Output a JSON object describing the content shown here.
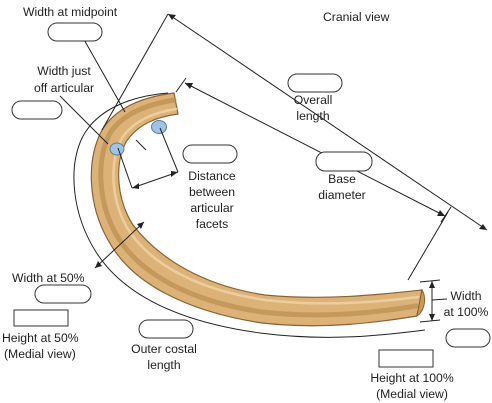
{
  "view_label": "Cranial view",
  "labels": {
    "width_midpoint": "Width at midpoint",
    "width_off_articular_1": "Width just",
    "width_off_articular_2": "off articular",
    "overall_length_1": "Overall",
    "overall_length_2": "length",
    "distance_facets_1": "Distance",
    "distance_facets_2": "between",
    "distance_facets_3": "articular",
    "distance_facets_4": "facets",
    "base_diameter_1": "Base",
    "base_diameter_2": "diameter",
    "width_50": "Width at 50%",
    "height_50_1": "Height at 50%",
    "height_50_2": "(Medial view)",
    "outer_costal_1": "Outer costal",
    "outer_costal_2": "length",
    "width_100_1": "Width",
    "width_100_2": "at 100%",
    "height_100_1": "Height at 100%",
    "height_100_2": "(Medial view)"
  },
  "colors": {
    "rib_fill": "#dcb279",
    "rib_dark": "#b98a4c",
    "rib_edge": "#8a6232",
    "facet": "#9fc3e0",
    "line": "#222222"
  }
}
